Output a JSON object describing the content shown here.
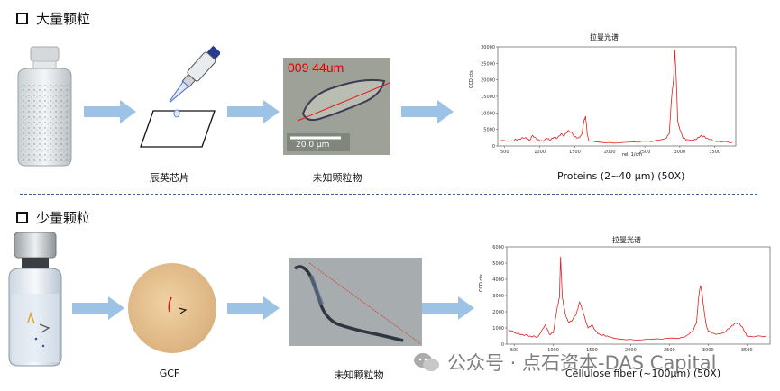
{
  "sections": [
    {
      "title": "大量颗粒",
      "captions": {
        "chip": "辰英芯片",
        "particle": "未知颗粒物",
        "result": "Proteins (2~40 μm)  (50X)"
      },
      "micrograph": {
        "overlay_text": "009  44um",
        "scale_label": "20.0 μm"
      },
      "spectrum": {
        "title": "拉曼光谱",
        "ylabel": "CCD cts",
        "xlabel": "rel. 1/cm",
        "yticks": [
          "30000",
          "25000",
          "20000",
          "15000",
          "10000",
          "5000",
          "0"
        ],
        "xticks": [
          "500",
          "1000",
          "1500",
          "2000",
          "2500",
          "3000",
          "3500"
        ]
      }
    },
    {
      "title": "少量颗粒",
      "captions": {
        "filter": "GCF",
        "particle": "未知颗粒物",
        "result": "Cellulose fiber (~100μm)  (50X)"
      },
      "spectrum": {
        "title": "拉曼光谱",
        "ylabel": "CCD cts",
        "yticks": [
          "6000",
          "5000",
          "4000",
          "3000",
          "2000",
          "1000",
          "0"
        ],
        "xticks": [
          "500",
          "1000",
          "1500",
          "2000",
          "2500",
          "3000",
          "3500"
        ]
      }
    }
  ],
  "watermark": "公众号 · 点石资本-DAS Capital",
  "colors": {
    "arrow": "#9cc2e5",
    "spectrum_line": "#e02020",
    "divider": "#3b5ea6",
    "micro_text": "#e00000"
  },
  "chart_data": [
    {
      "type": "line",
      "title": "拉曼光谱",
      "xlabel": "rel. 1/cm",
      "ylabel": "CCD cts",
      "xlim": [
        400,
        3800
      ],
      "ylim": [
        0,
        30000
      ],
      "series": [
        {
          "x": [
            420,
            600,
            700,
            800,
            850,
            900,
            950,
            1000,
            1050,
            1100,
            1150,
            1200,
            1250,
            1300,
            1350,
            1400,
            1450,
            1500,
            1550,
            1600,
            1630,
            1655,
            1680,
            1700,
            1800,
            2000,
            2200,
            2400,
            2600,
            2800,
            2850,
            2880,
            2910,
            2930,
            2950,
            2970,
            3000,
            3050,
            3100,
            3200,
            3250,
            3300,
            3400,
            3500,
            3600,
            3750
          ],
          "y": [
            1500,
            1600,
            2100,
            2600,
            1600,
            3200,
            2100,
            1600,
            1400,
            2300,
            1700,
            2600,
            2300,
            3600,
            3100,
            4600,
            4200,
            2800,
            2400,
            3500,
            7500,
            9000,
            3300,
            1600,
            1300,
            1100,
            1100,
            1100,
            1300,
            2300,
            3700,
            14000,
            20000,
            29000,
            20000,
            7500,
            5000,
            2300,
            1900,
            1700,
            2300,
            3200,
            2300,
            1500,
            1200,
            1100
          ]
        }
      ]
    },
    {
      "type": "line",
      "title": "拉曼光谱",
      "xlabel": "",
      "ylabel": "CCD cts",
      "xlim": [
        400,
        3800
      ],
      "ylim": [
        0,
        6000
      ],
      "series": [
        {
          "x": [
            420,
            500,
            600,
            700,
            800,
            900,
            950,
            1000,
            1050,
            1080,
            1095,
            1110,
            1120,
            1130,
            1160,
            1200,
            1250,
            1300,
            1340,
            1380,
            1420,
            1450,
            1500,
            1550,
            1600,
            1700,
            1800,
            2000,
            2200,
            2400,
            2600,
            2700,
            2800,
            2850,
            2880,
            2900,
            2920,
            2940,
            2970,
            3000,
            3100,
            3200,
            3300,
            3350,
            3400,
            3450,
            3500,
            3600,
            3750
          ],
          "y": [
            900,
            700,
            600,
            500,
            450,
            1200,
            600,
            700,
            2200,
            2900,
            5400,
            3600,
            2800,
            2500,
            1800,
            1300,
            1500,
            1900,
            2600,
            2100,
            1400,
            1000,
            1200,
            800,
            600,
            500,
            350,
            300,
            300,
            300,
            350,
            450,
            800,
            1300,
            3000,
            3600,
            3200,
            2400,
            1300,
            800,
            600,
            700,
            1100,
            1300,
            1300,
            1000,
            500,
            450,
            500
          ]
        }
      ]
    }
  ]
}
